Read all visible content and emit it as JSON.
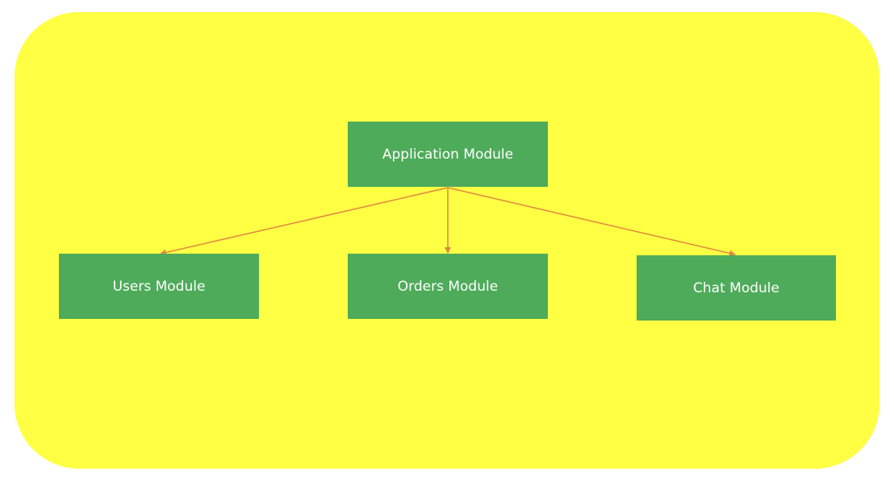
{
  "colors": {
    "container_fill": "#ffff44",
    "module_fill": "#4eab5a",
    "module_text": "#ffffff",
    "arrow": "#e0873e"
  },
  "diagram": {
    "root": {
      "label": "Application Module"
    },
    "children": [
      {
        "label": "Users Module"
      },
      {
        "label": "Orders Module"
      },
      {
        "label": "Chat Module"
      }
    ],
    "edges": [
      {
        "from": "Application Module",
        "to": "Users Module"
      },
      {
        "from": "Application Module",
        "to": "Orders Module"
      },
      {
        "from": "Application Module",
        "to": "Chat Module"
      }
    ]
  }
}
